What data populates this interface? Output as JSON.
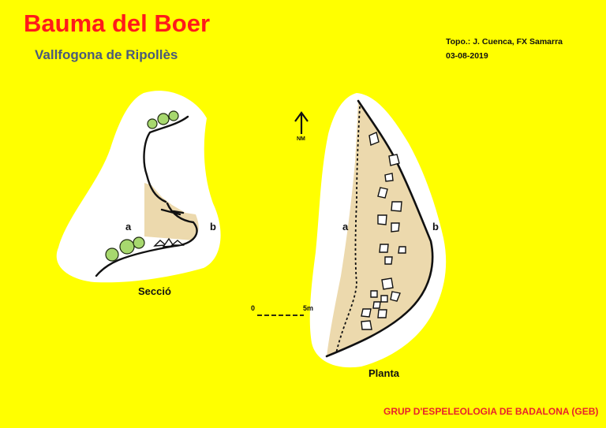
{
  "header": {
    "title": "Bauma del Boer",
    "subtitle": "Vallfogona de Ripollès"
  },
  "credits": {
    "authors": "Topo.: J. Cuenca, FX Samarra",
    "date": "03-08-2019"
  },
  "section_view": {
    "label": "Secció",
    "point_a": "a",
    "point_b": "b"
  },
  "plan_view": {
    "label": "Planta",
    "point_a": "a",
    "point_b": "b"
  },
  "north_arrow": {
    "label": "NM"
  },
  "scale_bar": {
    "start": "0",
    "end": "5m"
  },
  "footer": {
    "organization": "GRUP D'ESPELEOLOGIA DE BADALONA (GEB)"
  },
  "colors": {
    "background": "#ffff00",
    "title": "#ff1a1a",
    "subtitle": "#4a5a7a",
    "cave_fill": "#ecd9ad",
    "footer": "#e8232a"
  }
}
